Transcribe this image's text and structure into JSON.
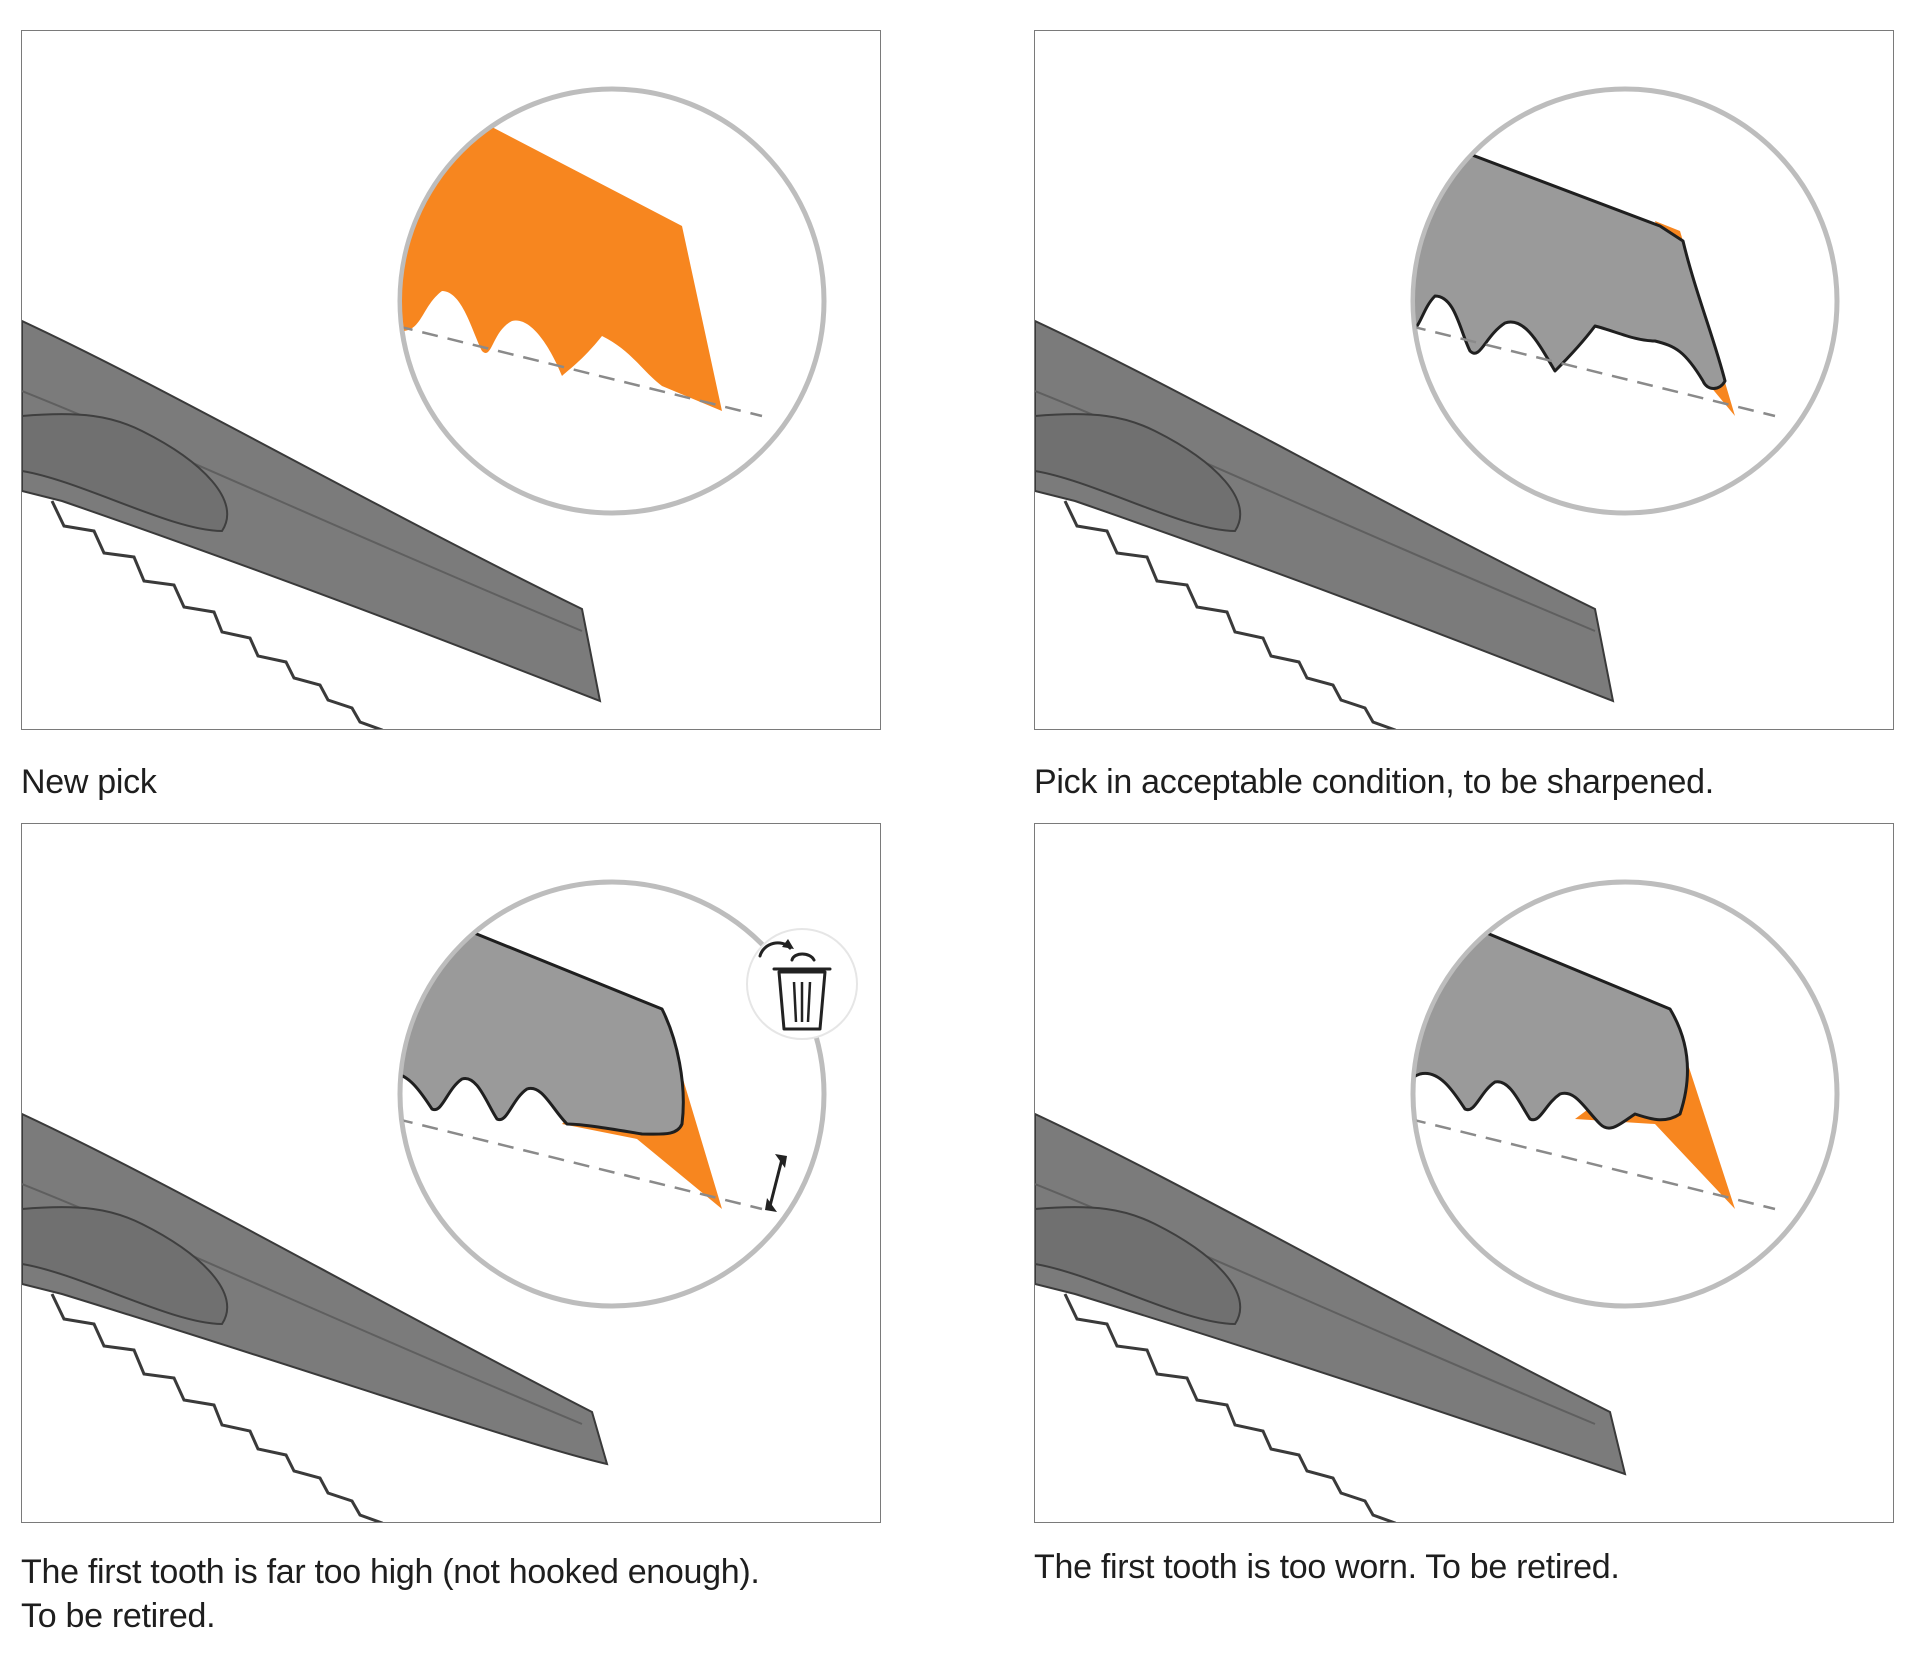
{
  "colors": {
    "orange": "#f7861f",
    "steel": "#7b7b7b",
    "steel_light": "#9a9a9a",
    "steel_edge": "#3a3a3a",
    "magnifier_ring": "#bdbdbd",
    "dash": "#8a8a8a",
    "text": "#1e1e1e"
  },
  "panels": [
    {
      "caption": [
        "New pick"
      ],
      "state": "new",
      "icon": "none"
    },
    {
      "caption": [
        "Pick in acceptable condition, to be sharpened."
      ],
      "state": "acceptable",
      "icon": "none"
    },
    {
      "caption": [
        "The first tooth is far too high (not hooked enough).",
        "To be retired."
      ],
      "state": "too-high",
      "icon": "trash-icon"
    },
    {
      "caption": [
        "The first tooth is too worn. To be retired."
      ],
      "state": "worn",
      "icon": "none"
    }
  ]
}
